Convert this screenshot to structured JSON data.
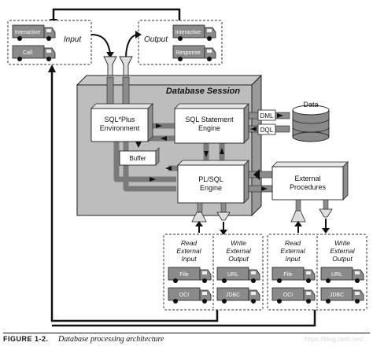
{
  "input_group": {
    "label": "Input",
    "truck1": "Interactive",
    "truck2": "Call"
  },
  "output_group": {
    "label": "Output",
    "truck1": "Interactive",
    "truck2": "Response"
  },
  "session": {
    "title": "Database Session"
  },
  "sqlplus": {
    "line1": "SQL*Plus",
    "line2": "Environment"
  },
  "sql_engine": {
    "line1": "SQL Statement",
    "line2": "Engine"
  },
  "plsql_engine": {
    "line1": "PL/SQL",
    "line2": "Engine"
  },
  "buffer": {
    "label": "Buffer"
  },
  "data_store": {
    "label": "Data",
    "dml": "DML",
    "dql": "DQL"
  },
  "external_procedures": {
    "line1": "External",
    "line2": "Procedures"
  },
  "left_io": {
    "read": [
      "Read",
      "External",
      "Input"
    ],
    "write": [
      "Write",
      "External",
      "Output"
    ],
    "file": "File",
    "oci": "OCI",
    "url": "URL",
    "jdbc": "JDBC"
  },
  "right_io": {
    "read": [
      "Read",
      "External",
      "Input"
    ],
    "write": [
      "Write",
      "External",
      "Output"
    ],
    "file": "File",
    "oci": "OCI",
    "url": "URL",
    "jdbc": "JDBC"
  },
  "caption": {
    "figure": "FIGURE 1-2.",
    "title": "Database processing architecture",
    "watermark": "https://blog.csdn.net/..."
  }
}
